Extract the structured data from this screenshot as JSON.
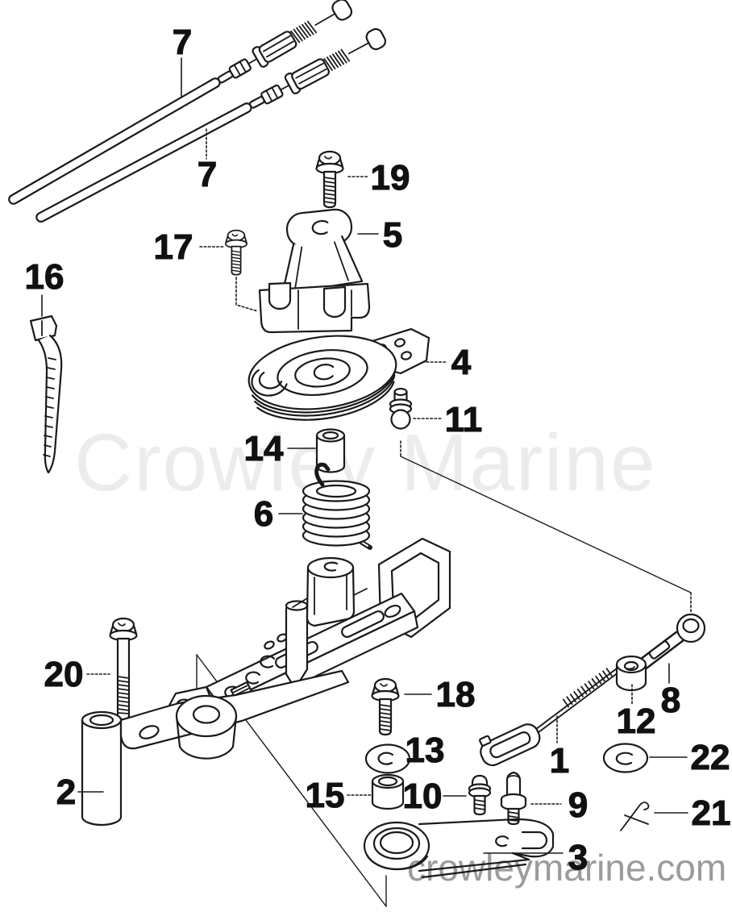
{
  "watermarks": {
    "center": "Crowley Marine",
    "bottom": "crowleymarine.com"
  },
  "callouts": [
    {
      "text": "7"
    },
    {
      "text": "7"
    },
    {
      "text": "19"
    },
    {
      "text": "5"
    },
    {
      "text": "17"
    },
    {
      "text": "16"
    },
    {
      "text": "4"
    },
    {
      "text": "11"
    },
    {
      "text": "14"
    },
    {
      "text": "6"
    },
    {
      "text": "20"
    },
    {
      "text": "18"
    },
    {
      "text": "2"
    },
    {
      "text": "13"
    },
    {
      "text": "15"
    },
    {
      "text": "10"
    },
    {
      "text": "9"
    },
    {
      "text": "1"
    },
    {
      "text": "8"
    },
    {
      "text": "12"
    },
    {
      "text": "22"
    },
    {
      "text": "21"
    },
    {
      "text": "3"
    }
  ]
}
